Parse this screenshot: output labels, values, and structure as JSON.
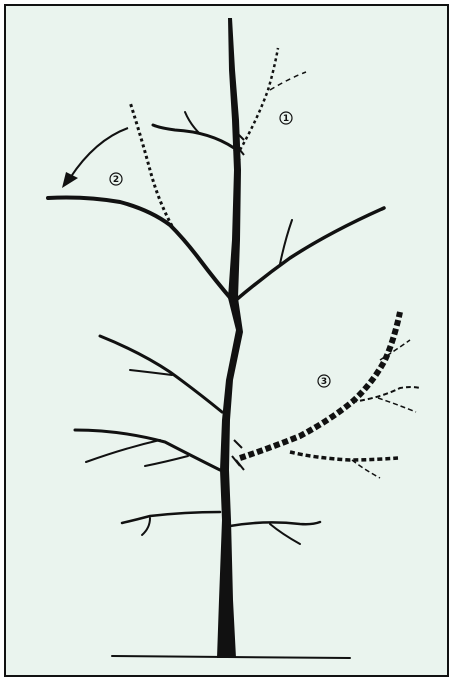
{
  "illustration": {
    "background_color": "#eaf4ee",
    "ink_color": "#111111",
    "markers": [
      {
        "label": "1"
      },
      {
        "label": "2"
      },
      {
        "label": "3"
      }
    ]
  }
}
